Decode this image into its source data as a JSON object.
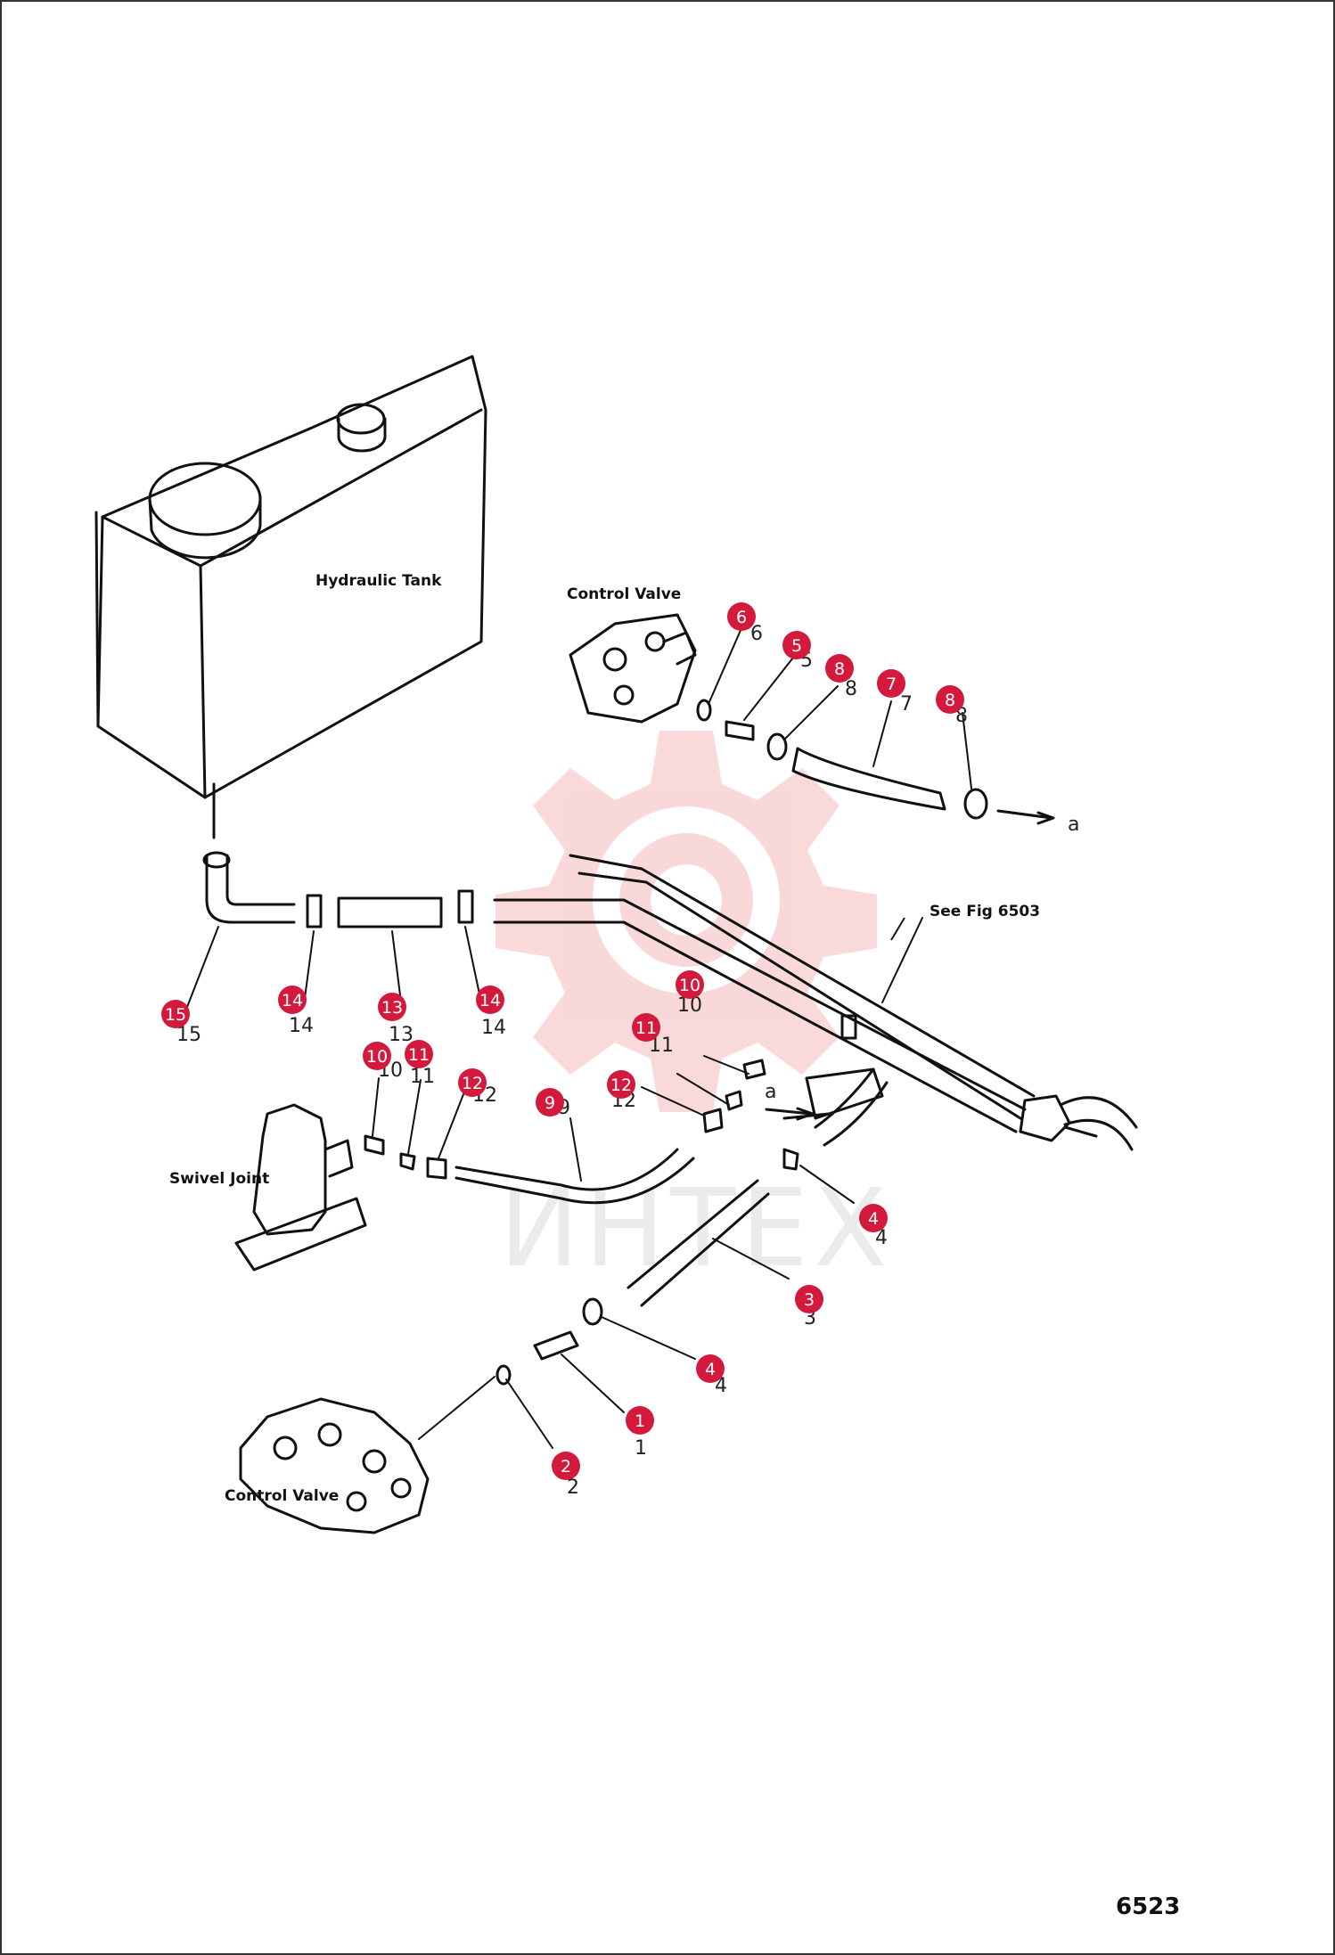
{
  "figure_number": "6523",
  "labels": {
    "hydraulic_tank": "Hydraulic Tank",
    "control_valve_top": "Control Valve",
    "control_valve_bottom": "Control Valve",
    "swivel_joint": "Swivel Joint",
    "see_fig": "See Fig 6503",
    "ref_a_1": "a",
    "ref_a_2": "a"
  },
  "watermark": {
    "text": "ИНТЕХ",
    "color": "#f4b9b9"
  },
  "colors": {
    "badge": "#d41a3c",
    "line": "#111111"
  },
  "callouts": [
    {
      "id": "6",
      "printed": "6"
    },
    {
      "id": "5",
      "printed": "5"
    },
    {
      "id": "8a",
      "printed": "8"
    },
    {
      "id": "7",
      "printed": "7"
    },
    {
      "id": "8b",
      "printed": "8"
    },
    {
      "id": "15",
      "printed": "15"
    },
    {
      "id": "14a",
      "printed": "14"
    },
    {
      "id": "13",
      "printed": "13"
    },
    {
      "id": "14b",
      "printed": "14"
    },
    {
      "id": "10a",
      "printed": "10"
    },
    {
      "id": "11a",
      "printed": "11"
    },
    {
      "id": "10b",
      "printed": "10"
    },
    {
      "id": "11b",
      "printed": "11"
    },
    {
      "id": "12a",
      "printed": "12"
    },
    {
      "id": "9",
      "printed": "9"
    },
    {
      "id": "12b",
      "printed": "12"
    },
    {
      "id": "4a",
      "printed": "4"
    },
    {
      "id": "3",
      "printed": "3"
    },
    {
      "id": "4b",
      "printed": "4"
    },
    {
      "id": "1",
      "printed": "1"
    },
    {
      "id": "2",
      "printed": "2"
    }
  ]
}
